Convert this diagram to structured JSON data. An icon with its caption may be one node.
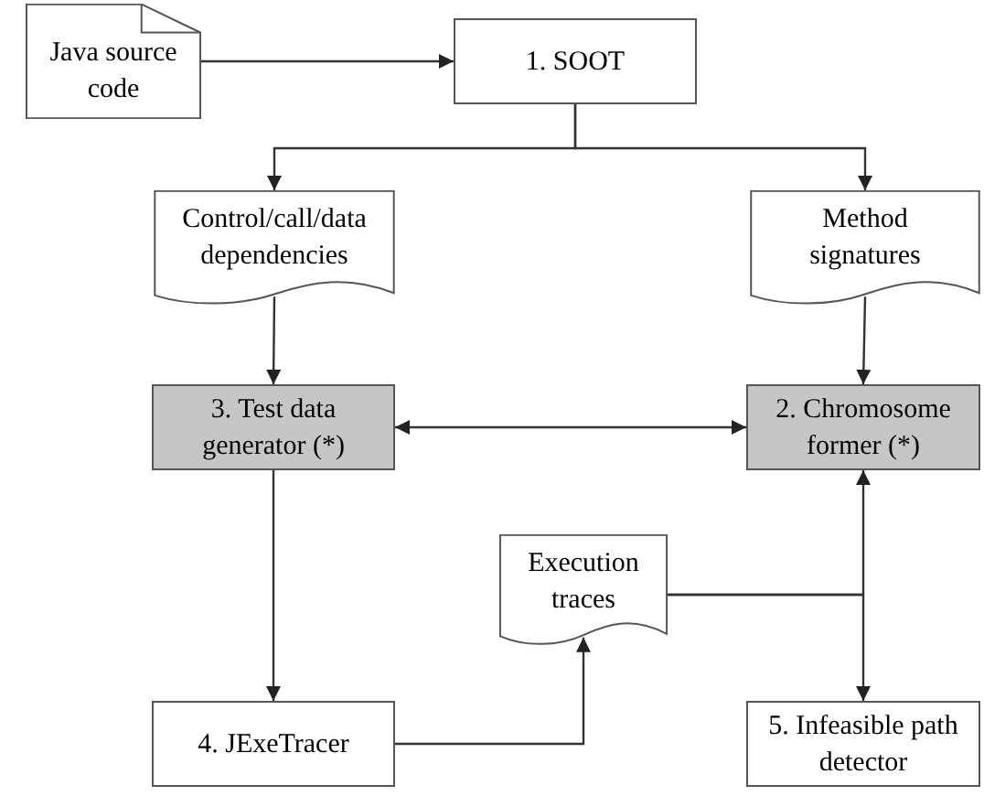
{
  "diagram": {
    "nodes": [
      {
        "text": [
          "Java source code"
        ]
      },
      {
        "text": [
          "1. SOOT"
        ]
      },
      {
        "text": [
          "Control/call/data dependencies"
        ]
      },
      {
        "text": [
          "Method signatures"
        ]
      },
      {
        "text": [
          "3. Test data generator (*)"
        ]
      },
      {
        "text": [
          "2. Chromosome former (*)"
        ]
      },
      {
        "text": [
          "Execution traces"
        ]
      },
      {
        "text": [
          "4. JExeTracer"
        ]
      },
      {
        "text": [
          "5. Infeasible path detector"
        ]
      }
    ],
    "edges": [
      {
        "from": 0,
        "to": 1,
        "arrow": "to"
      },
      {
        "from": 1,
        "to": 2,
        "arrow": "to"
      },
      {
        "from": 1,
        "to": 3,
        "arrow": "to"
      },
      {
        "from": 2,
        "to": 4,
        "arrow": "to"
      },
      {
        "from": 3,
        "to": 5,
        "arrow": "to"
      },
      {
        "from": 4,
        "to": 5,
        "arrow": "both"
      },
      {
        "from": 4,
        "to": 7,
        "arrow": "to"
      },
      {
        "from": 7,
        "to": 6,
        "arrow": "to"
      },
      {
        "from": 6,
        "to": 5,
        "arrow": "to"
      },
      {
        "from": 6,
        "to": 8,
        "arrow": "to"
      }
    ]
  }
}
